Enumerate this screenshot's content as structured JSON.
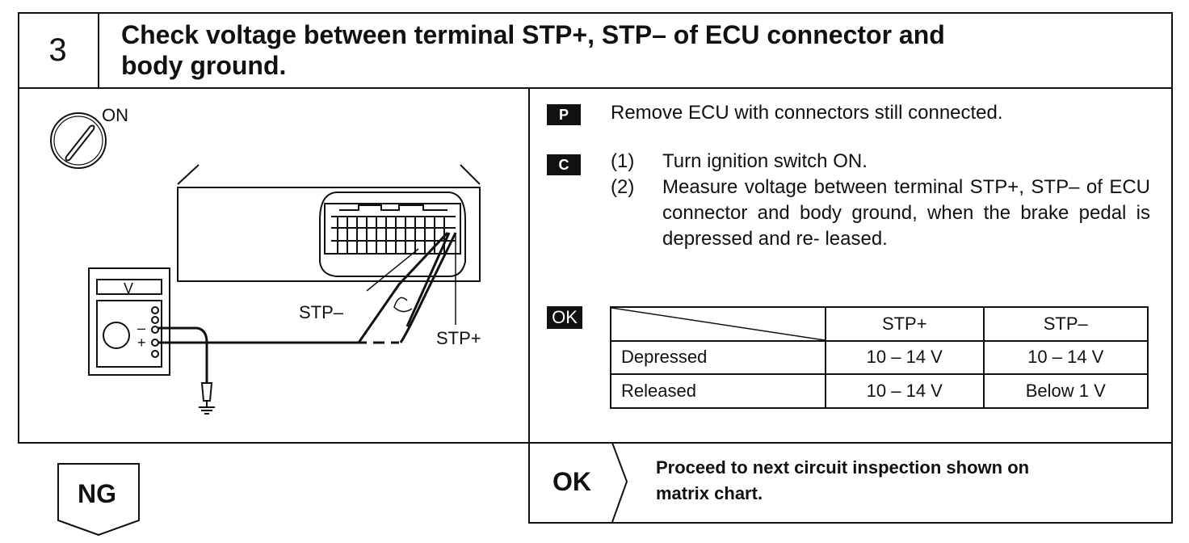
{
  "header": {
    "step_number": "3",
    "title_line1": "Check voltage between terminal STP+, STP– of ECU connector and",
    "title_line2": "body ground."
  },
  "diagram": {
    "ignition_label": "ON",
    "meter_label": "V",
    "minus_sign": "–",
    "plus_sign": "+",
    "stp_minus_label": "STP–",
    "stp_plus_label": "STP+"
  },
  "instructions": {
    "p_badge": "P",
    "p_text": "Remove ECU with connectors still connected.",
    "c_badge": "C",
    "steps": [
      {
        "num": "(1)",
        "text": "Turn ignition switch ON."
      },
      {
        "num": "(2)",
        "text": "Measure voltage between terminal STP+, STP– of ECU connector and body ground, when the brake pedal is depressed and re- leased."
      }
    ],
    "ok_badge": "OK"
  },
  "table": {
    "headers": [
      "",
      "STP+",
      "STP–"
    ],
    "rows": [
      {
        "label": "Depressed",
        "stp_plus": "10 – 14 V",
        "stp_minus": "10 – 14 V"
      },
      {
        "label": "Released",
        "stp_plus": "10 – 14 V",
        "stp_minus": "Below 1 V"
      }
    ]
  },
  "result": {
    "ok_label": "OK",
    "ok_text_line1": "Proceed to next circuit inspection shown on",
    "ok_text_line2": "matrix chart.",
    "ng_label": "NG"
  }
}
